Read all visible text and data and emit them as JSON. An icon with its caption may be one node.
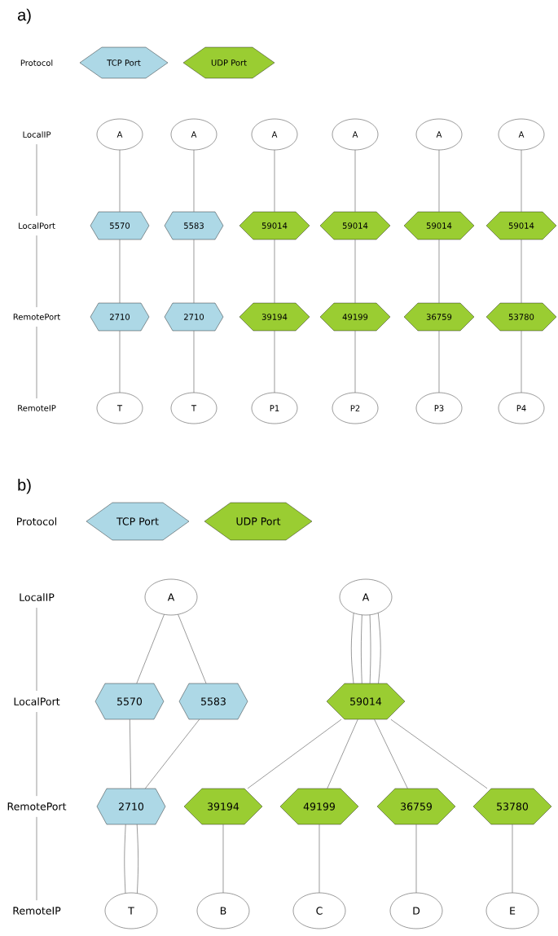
{
  "diagram": {
    "nodes": [
      {
        "text": [
          "LocalIP"
        ]
      },
      {
        "text": [
          "A"
        ]
      },
      {
        "text": [
          "A"
        ]
      },
      {
        "text": [
          "A"
        ]
      },
      {
        "text": [
          "A"
        ]
      },
      {
        "text": [
          "A"
        ]
      },
      {
        "text": [
          "A"
        ]
      },
      {
        "text": [
          "LocalPort"
        ]
      },
      {
        "text": [
          "5570"
        ]
      },
      {
        "text": [
          "5583"
        ]
      },
      {
        "text": [
          "59014"
        ]
      },
      {
        "text": [
          "59014"
        ]
      },
      {
        "text": [
          "59014"
        ]
      },
      {
        "text": [
          "59014"
        ]
      },
      {
        "text": [
          "RemotePort"
        ]
      },
      {
        "text": [
          "2710"
        ]
      },
      {
        "text": [
          "2710"
        ]
      },
      {
        "text": [
          "39194"
        ]
      },
      {
        "text": [
          "49199"
        ]
      },
      {
        "text": [
          "36759"
        ]
      },
      {
        "text": [
          "53780"
        ]
      },
      {
        "text": [
          "RemoteIP"
        ]
      },
      {
        "text": [
          "T"
        ]
      },
      {
        "text": [
          "T"
        ]
      },
      {
        "text": [
          "P1"
        ]
      },
      {
        "text": [
          "P2"
        ]
      },
      {
        "text": [
          "P3"
        ]
      },
      {
        "text": [
          "P4"
        ]
      },
      {
        "text": [
          "LocalIP"
        ]
      },
      {
        "text": [
          "A"
        ]
      },
      {
        "text": [
          "A"
        ]
      },
      {
        "text": [
          "LocalPort"
        ]
      },
      {
        "text": [
          "5570"
        ]
      },
      {
        "text": [
          "5583"
        ]
      },
      {
        "text": [
          "59014"
        ]
      },
      {
        "text": [
          "RemotePort"
        ]
      },
      {
        "text": [
          "2710"
        ]
      },
      {
        "text": [
          "39194"
        ]
      },
      {
        "text": [
          "49199"
        ]
      },
      {
        "text": [
          "36759"
        ]
      },
      {
        "text": [
          "53780"
        ]
      },
      {
        "text": [
          "RemoteIP"
        ]
      },
      {
        "text": [
          "T"
        ]
      },
      {
        "text": [
          "B"
        ]
      },
      {
        "text": [
          "C"
        ]
      },
      {
        "text": [
          "D"
        ]
      },
      {
        "text": [
          "E"
        ]
      }
    ],
    "edges": [
      {
        "from": 0,
        "to": 7,
        "arrow": "none"
      },
      {
        "from": 7,
        "to": 14,
        "arrow": "none"
      },
      {
        "from": 14,
        "to": 21,
        "arrow": "none"
      },
      {
        "from": 1,
        "to": 8,
        "arrow": "none"
      },
      {
        "from": 2,
        "to": 9,
        "arrow": "none"
      },
      {
        "from": 3,
        "to": 10,
        "arrow": "none"
      },
      {
        "from": 4,
        "to": 11,
        "arrow": "none"
      },
      {
        "from": 5,
        "to": 12,
        "arrow": "none"
      },
      {
        "from": 6,
        "to": 13,
        "arrow": "none"
      },
      {
        "from": 8,
        "to": 15,
        "arrow": "none"
      },
      {
        "from": 9,
        "to": 16,
        "arrow": "none"
      },
      {
        "from": 10,
        "to": 17,
        "arrow": "none"
      },
      {
        "from": 11,
        "to": 18,
        "arrow": "none"
      },
      {
        "from": 12,
        "to": 19,
        "arrow": "none"
      },
      {
        "from": 13,
        "to": 20,
        "arrow": "none"
      },
      {
        "from": 15,
        "to": 22,
        "arrow": "none"
      },
      {
        "from": 16,
        "to": 23,
        "arrow": "none"
      },
      {
        "from": 17,
        "to": 24,
        "arrow": "none"
      },
      {
        "from": 18,
        "to": 25,
        "arrow": "none"
      },
      {
        "from": 19,
        "to": 26,
        "arrow": "none"
      },
      {
        "from": 20,
        "to": 27,
        "arrow": "none"
      },
      {
        "from": 28,
        "to": 31,
        "arrow": "none"
      },
      {
        "from": 31,
        "to": 35,
        "arrow": "none"
      },
      {
        "from": 35,
        "to": 41,
        "arrow": "none"
      },
      {
        "from": 29,
        "to": 32,
        "arrow": "none"
      },
      {
        "from": 29,
        "to": 33,
        "arrow": "none"
      },
      {
        "from": 30,
        "to": 34,
        "arrow": "none"
      },
      {
        "from": 30,
        "to": 34,
        "arrow": "none"
      },
      {
        "from": 30,
        "to": 34,
        "arrow": "none"
      },
      {
        "from": 30,
        "to": 34,
        "arrow": "none"
      },
      {
        "from": 32,
        "to": 36,
        "arrow": "none"
      },
      {
        "from": 33,
        "to": 36,
        "arrow": "none"
      },
      {
        "from": 34,
        "to": 37,
        "arrow": "none"
      },
      {
        "from": 34,
        "to": 38,
        "arrow": "none"
      },
      {
        "from": 34,
        "to": 39,
        "arrow": "none"
      },
      {
        "from": 34,
        "to": 40,
        "arrow": "none"
      },
      {
        "from": 36,
        "to": 42,
        "arrow": "none"
      },
      {
        "from": 36,
        "to": 42,
        "arrow": "none"
      },
      {
        "from": 37,
        "to": 43,
        "arrow": "none"
      },
      {
        "from": 38,
        "to": 44,
        "arrow": "none"
      },
      {
        "from": 39,
        "to": 45,
        "arrow": "none"
      },
      {
        "from": 40,
        "to": 46,
        "arrow": "none"
      }
    ],
    "labels": [
      "a)",
      "Protocol",
      "b)",
      "Protocol"
    ],
    "legend": [
      {
        "text": "TCP Port",
        "color": "#add8e6"
      },
      {
        "text": "UDP Port",
        "color": "#9acd32"
      },
      {
        "text": "TCP Port",
        "color": "#add8e6"
      },
      {
        "text": "UDP Port",
        "color": "#9acd32"
      }
    ]
  }
}
